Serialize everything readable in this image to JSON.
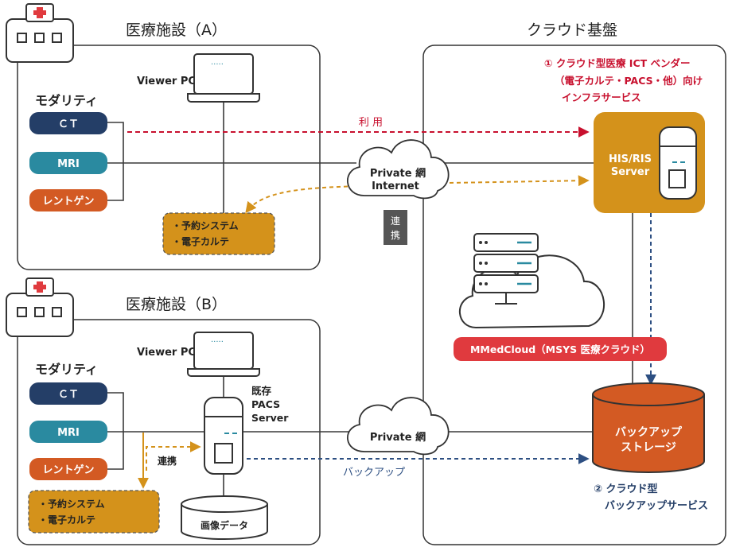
{
  "facility_a": {
    "title": "医療施設（A）",
    "modality_label": "モダリティ",
    "modalities": [
      "ＣＴ",
      "MRI",
      "レントゲン"
    ],
    "viewer_label": "Viewer PC",
    "systems": [
      "・予約システム",
      "・電子カルテ"
    ]
  },
  "facility_b": {
    "title": "医療施設（B）",
    "modality_label": "モダリティ",
    "modalities": [
      "ＣＴ",
      "MRI",
      "レントゲン"
    ],
    "viewer_label": "Viewer PC",
    "pacs_label": [
      "既存",
      "PACS",
      "Server"
    ],
    "systems": [
      "・予約システム",
      "・電子カルテ"
    ],
    "link_label": "連携",
    "image_data_label": "画像データ"
  },
  "network": {
    "cloud_a": [
      "Private 網",
      "Internet"
    ],
    "cloud_b": "Private 網",
    "usage_label": "利 用",
    "link_badge": [
      "連",
      "携"
    ],
    "backup_label": "バックアップ"
  },
  "cloud_platform": {
    "title": "クラウド基盤",
    "service1": [
      "① クラウド型医療 ICT ベンダー",
      "（電子カルテ・PACS・他）向け",
      "インフラサービス"
    ],
    "his_server": [
      "HIS/RIS",
      "Server"
    ],
    "mmed_label": "MMedCloud（MSYS 医療クラウド）",
    "storage_label": [
      "バックアップ",
      "ストレージ"
    ],
    "service2": [
      "② クラウド型",
      "バックアップサービス"
    ]
  },
  "colors": {
    "navy": "#243e67",
    "teal": "#2a8aa0",
    "orange": "#d35a23",
    "gold": "#d4921b",
    "red": "#e03a3e",
    "dark_red": "#c8102e",
    "line": "#3a3a3a",
    "backup_blue": "#2d4f82"
  }
}
